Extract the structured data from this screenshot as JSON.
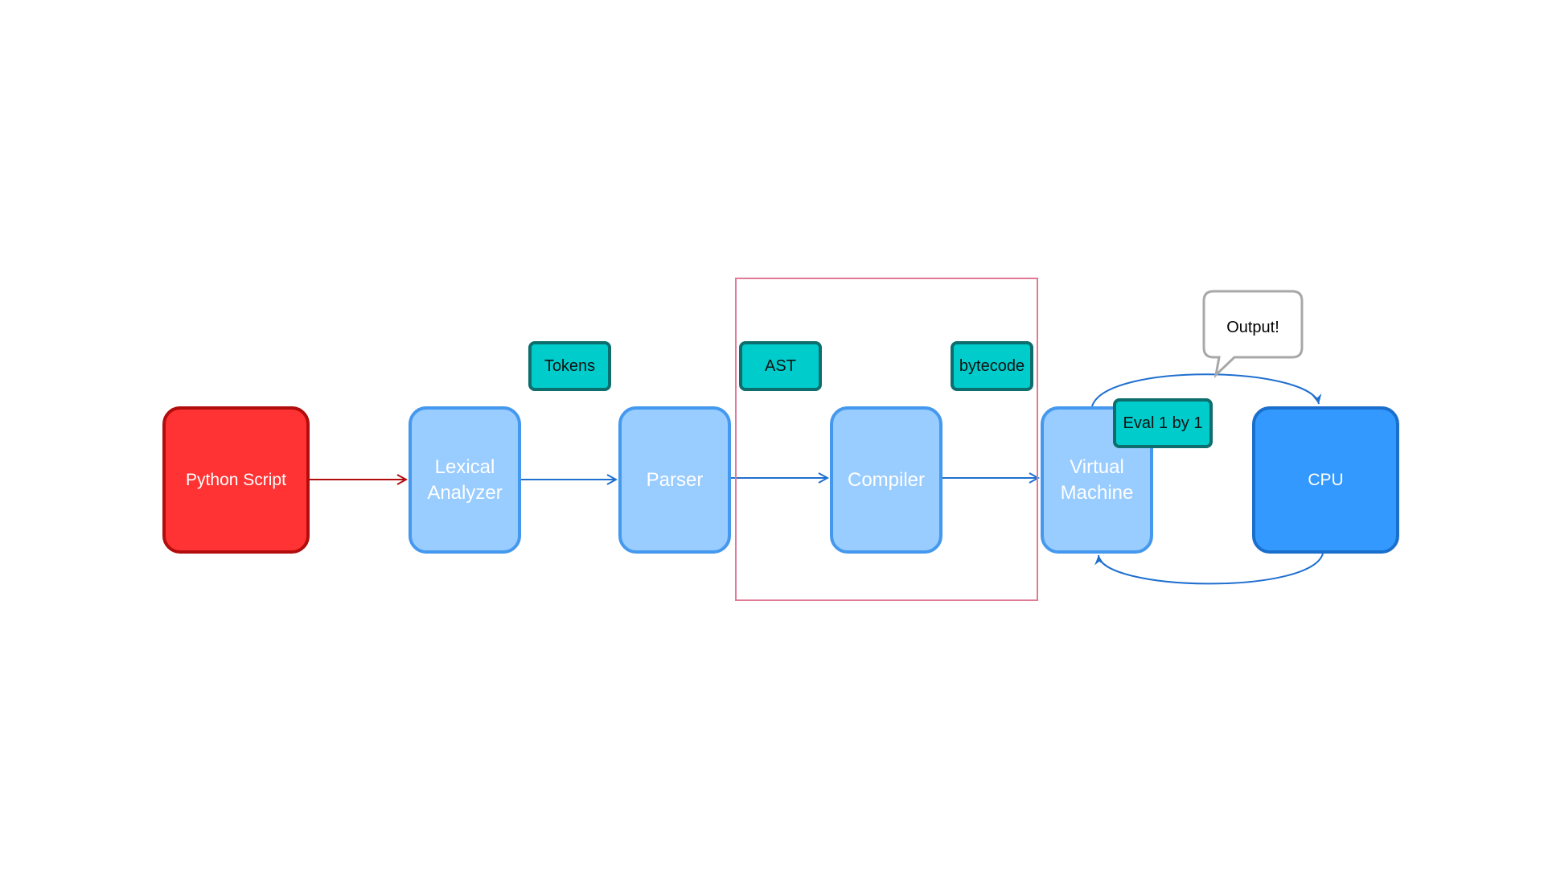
{
  "diagram": {
    "nodes": {
      "python_script": "Python Script",
      "lexical_analyzer": "Lexical\nAnalyzer",
      "parser": "Parser",
      "compiler": "Compiler",
      "virtual_machine": "Virtual\nMachine",
      "cpu": "CPU"
    },
    "tags": {
      "tokens": "Tokens",
      "ast": "AST",
      "bytecode": "bytecode",
      "eval": "Eval 1 by 1"
    },
    "callout": "Output!",
    "colors": {
      "start_fill": "#ff3333",
      "start_border": "#b20d0d",
      "process_fill": "#99ccff",
      "process_border": "#4499ee",
      "cpu_fill": "#3399ff",
      "cpu_border": "#1a6fcc",
      "tag_fill": "#00cccc",
      "tag_border": "#0e6e6e",
      "edge_blue": "#1f6fcf",
      "edge_red": "#b20d0d",
      "group_border": "#e07a95",
      "callout_border": "#a8a8a8"
    }
  }
}
